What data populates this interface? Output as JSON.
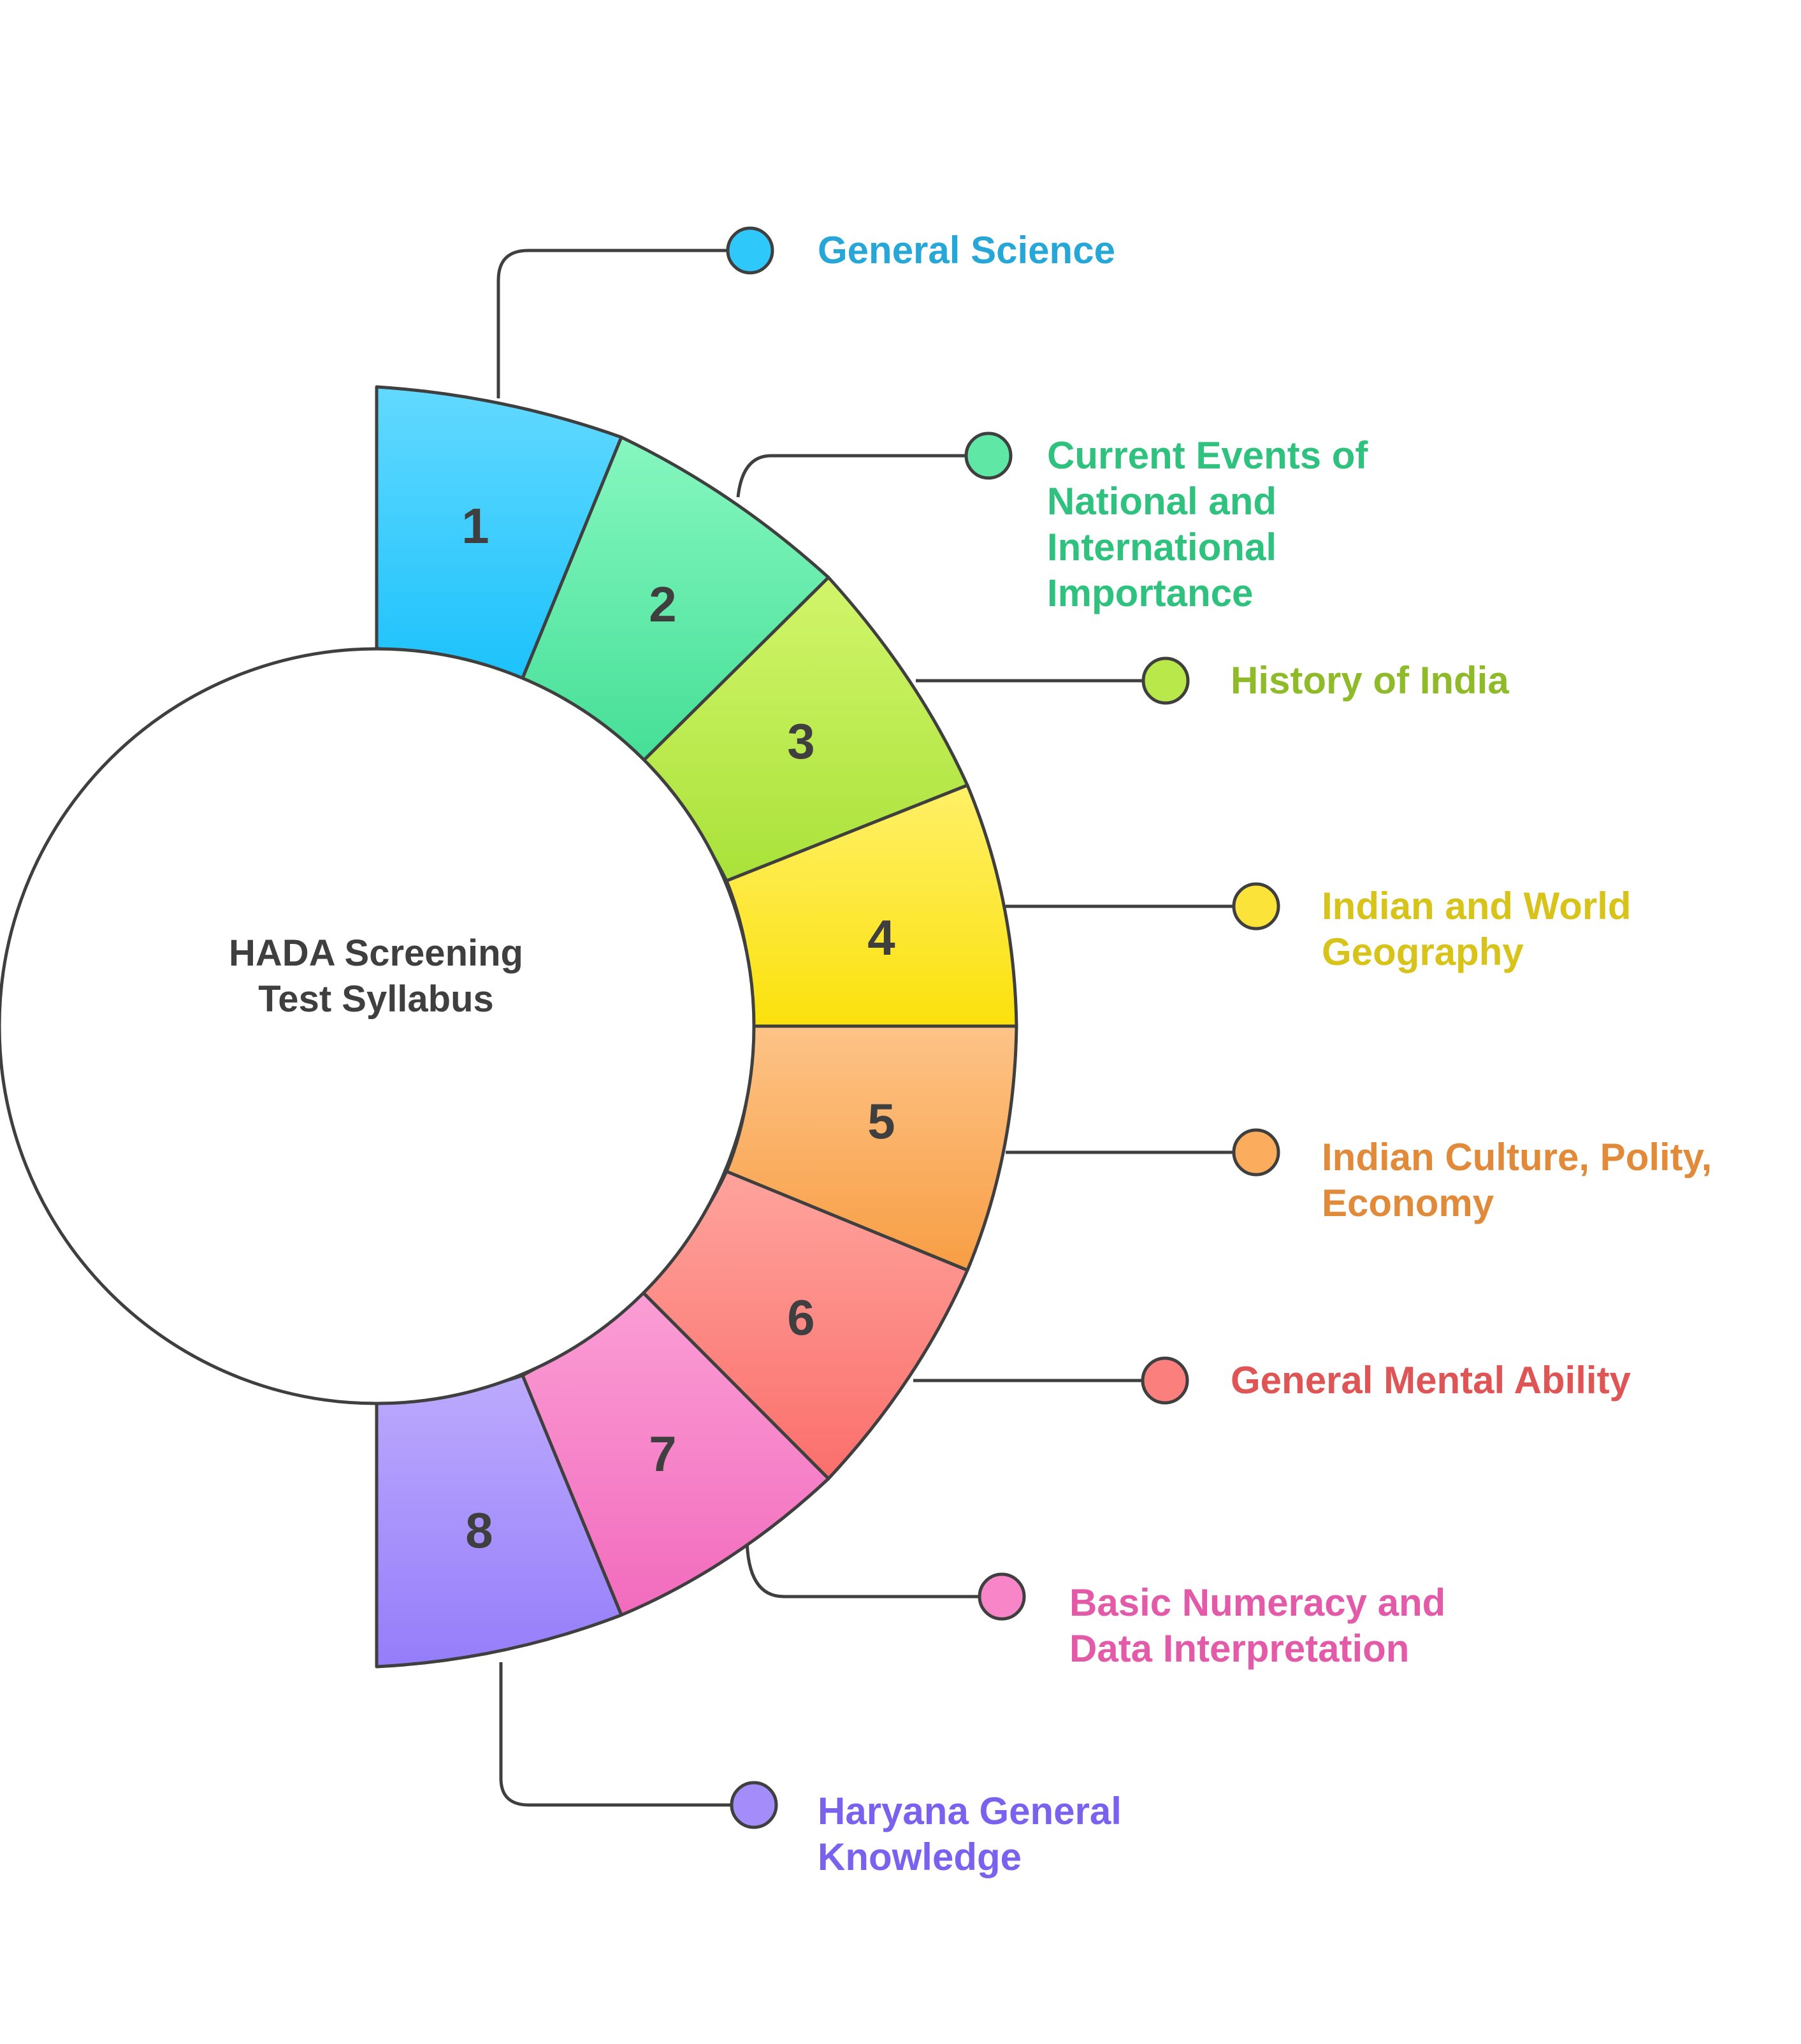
{
  "center": {
    "title_lines": [
      "HADA Screening",
      "Test Syllabus"
    ]
  },
  "segments": [
    {
      "number": "1",
      "label_lines": [
        "General Science"
      ],
      "color": "#2fc8fb",
      "text_color": "#26a7d8"
    },
    {
      "number": "2",
      "label_lines": [
        "Current Events of",
        "National and",
        "International",
        "Importance"
      ],
      "color": "#5fe7a6",
      "text_color": "#2fc27f"
    },
    {
      "number": "3",
      "label_lines": [
        "History of India"
      ],
      "color": "#b9e84a",
      "text_color": "#8fbb2a"
    },
    {
      "number": "4",
      "label_lines": [
        "Indian and World",
        "Geography"
      ],
      "color": "#fbe33a",
      "text_color": "#d7c31a"
    },
    {
      "number": "5",
      "label_lines": [
        "Indian Culture, Polity,",
        "Economy"
      ],
      "color": "#fbac5c",
      "text_color": "#e08a3a"
    },
    {
      "number": "6",
      "label_lines": [
        "General Mental Ability"
      ],
      "color": "#fb7f7c",
      "text_color": "#df5454"
    },
    {
      "number": "7",
      "label_lines": [
        "Basic Numeracy and",
        "Data Interpretation"
      ],
      "color": "#f785c8",
      "text_color": "#e35aa8"
    },
    {
      "number": "8",
      "label_lines": [
        "Haryana General",
        "Knowledge"
      ],
      "color": "#a48cfb",
      "text_color": "#7b62ee"
    }
  ]
}
